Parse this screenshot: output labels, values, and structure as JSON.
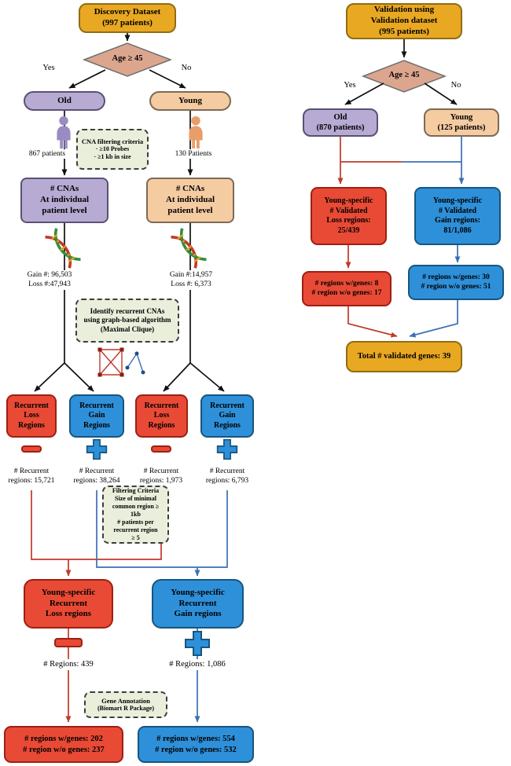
{
  "colors": {
    "gold": "#E9A822",
    "purple": "#B7ABD3",
    "peach": "#F5CBA2",
    "loss_red": "#E94A35",
    "gain_blue": "#2E90D9",
    "note_green": "#EAEFDC",
    "red_line": "#C0392B",
    "blue_line": "#3A6FB5",
    "diamond": "#DCA68E"
  },
  "discovery": {
    "title": "Discovery Dataset",
    "subtitle": "(997 patients)",
    "decision": "Age ≥ 45",
    "yes": "Yes",
    "no": "No",
    "old_label": "Old",
    "young_label": "Young",
    "old_count": "867 patients",
    "young_count": "130 Patients",
    "cna_filter": {
      "title": "CNA filtering criteria",
      "item1": "· ≥10 Probes",
      "item2": "· ≥1 kb in size"
    },
    "cnas": {
      "l1": "# CNAs",
      "l2": "At individual",
      "l3": "patient level"
    },
    "old_gain": "Gain #: 96,503",
    "old_loss": "Loss #:47,943",
    "young_gain": "Gain #:14,957",
    "young_loss": "Loss #: 6,373",
    "identify": {
      "l1": "Identify recurrent CNAs",
      "l2": "using graph-based algorithm",
      "l3": "(Maximal Clique)"
    },
    "recurrent": [
      {
        "l1": "Recurrent",
        "l2": "Loss",
        "l3": "Regions",
        "c1": "# Recurrent",
        "c2": "regions: 15,721"
      },
      {
        "l1": "Recurrent",
        "l2": "Gain",
        "l3": "Regions",
        "c1": "# Recurrent",
        "c2": "regions: 38,264"
      },
      {
        "l1": "Recurrent",
        "l2": "Loss",
        "l3": "Regions",
        "c1": "# Recurrent",
        "c2": "regions: 1,973"
      },
      {
        "l1": "Recurrent",
        "l2": "Gain",
        "l3": "Regions",
        "c1": "# Recurrent",
        "c2": "regions: 6,793"
      }
    ],
    "filtering": {
      "l1": "Filtering Criteria",
      "l2": "Size of minimal",
      "l3": "common region ≥",
      "l4": "1kb",
      "l5": "# patients per",
      "l6": "recurrent region",
      "l7": "≥ 5"
    },
    "ys_loss": {
      "l1": "Young-specific",
      "l2": "Recurrent",
      "l3": "Loss regions",
      "count": "# Regions: 439"
    },
    "ys_gain": {
      "l1": "Young-specific",
      "l2": "Recurrent",
      "l3": "Gain regions",
      "count": "# Regions: 1,086"
    },
    "gene_annotation": {
      "l1": "Gene Annotation",
      "l2": "(Biomart R Package)"
    },
    "loss_genes": {
      "l1": "# regions w/genes: 202",
      "l2": "# region w/o genes: 237"
    },
    "gain_genes": {
      "l1": "# regions w/genes: 554",
      "l2": "# region w/o genes: 532"
    }
  },
  "validation": {
    "title_l1": "Validation using",
    "title_l2": "Validation dataset",
    "title_l3": "(995 patients)",
    "decision": "Age ≥ 45",
    "yes": "Yes",
    "no": "No",
    "old_l1": "Old",
    "old_l2": "(870 patients)",
    "young_l1": "Young",
    "young_l2": "(125 patients)",
    "loss_box": {
      "l1": "Young-specific",
      "l2": "# Validated",
      "l3": "Loss regions:",
      "l4": "25/439"
    },
    "gain_box": {
      "l1": "Young-specific",
      "l2": "# Validated",
      "l3": "Gain regions:",
      "l4": "81/1,086"
    },
    "loss_genes": {
      "l1": "# regions w/genes: 8",
      "l2": "# region w/o genes: 17"
    },
    "gain_genes": {
      "l1": "# regions w/genes: 30",
      "l2": "# region w/o genes: 51"
    },
    "total": "Total # validated genes: 39"
  }
}
